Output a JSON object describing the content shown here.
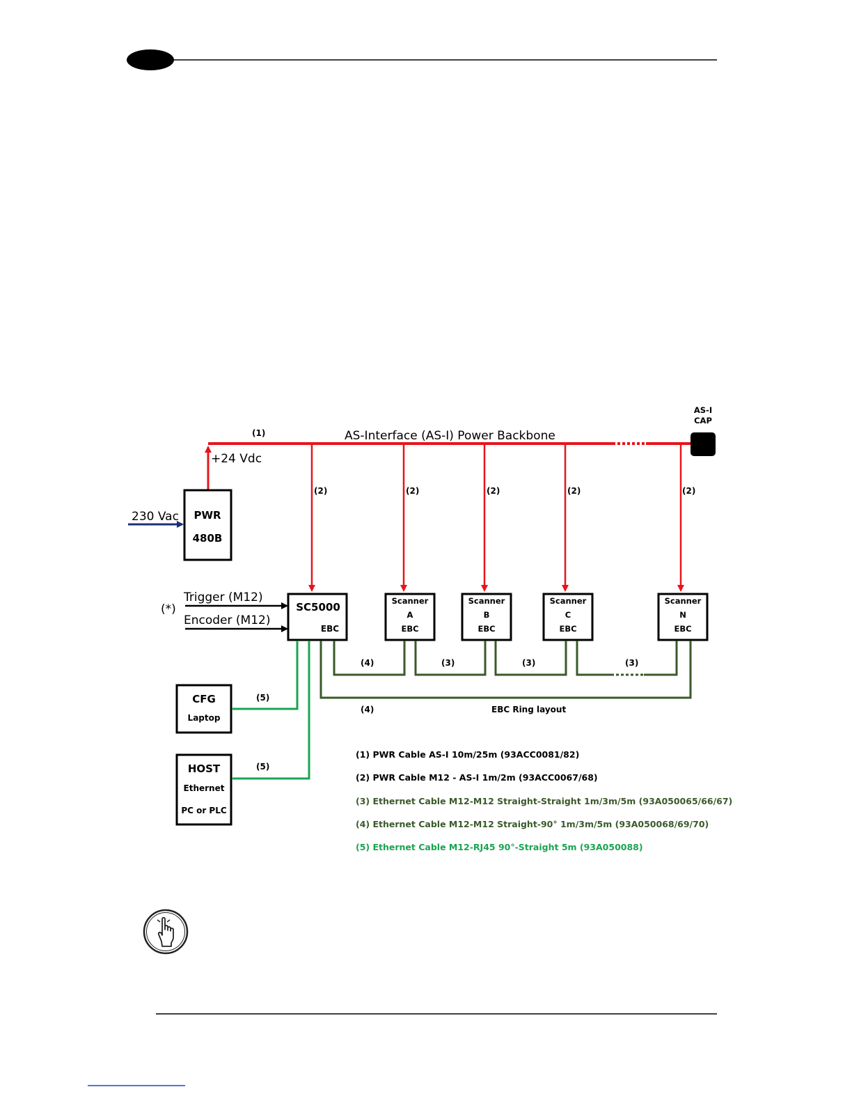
{
  "colors": {
    "power": "#e8141b",
    "ethernet_dark": "#3a5a2a",
    "ethernet_green": "#1aa452",
    "input_blue": "#1c2f7a",
    "black": "#000000"
  },
  "header": {
    "badge_icon": "black-oval-badge"
  },
  "diagram": {
    "backbone_label": "AS-Interface (AS-I) Power Backbone",
    "backbone_cable": "(1)",
    "cap": {
      "line1": "AS-I",
      "line2": "CAP"
    },
    "vdc_label": "+24 Vdc",
    "vac_label": "230 Vac",
    "pwr": {
      "line1": "PWR",
      "line2": "480B"
    },
    "drop_label": "(2)",
    "trigger_label": "Trigger (M12)",
    "encoder_label": "Encoder (M12)",
    "asterisk_label": "(*)",
    "sc5000": {
      "name": "SC5000",
      "sub": "EBC"
    },
    "scanners": [
      {
        "title": "Scanner",
        "id": "A",
        "sub": "EBC"
      },
      {
        "title": "Scanner",
        "id": "B",
        "sub": "EBC"
      },
      {
        "title": "Scanner",
        "id": "C",
        "sub": "EBC"
      },
      {
        "title": "Scanner",
        "id": "N",
        "sub": "EBC"
      }
    ],
    "link_labels": [
      "(4)",
      "(3)",
      "(3)",
      "(3)"
    ],
    "ring_cable": "(4)",
    "ring_label": "EBC Ring layout",
    "cfg": {
      "line1": "CFG",
      "line2": "Laptop",
      "cable": "(5)"
    },
    "host": {
      "line1": "HOST",
      "line2": "Ethernet",
      "line3": "PC or PLC",
      "cable": "(5)"
    },
    "legend": [
      "(1) PWR Cable AS-I 10m/25m (93ACC0081/82)",
      "(2) PWR Cable M12 - AS-I 1m/2m (93ACC0067/68)",
      "(3) Ethernet Cable M12-M12 Straight-Straight 1m/3m/5m (93A050065/66/67)",
      "(4) Ethernet Cable M12-M12 Straight-90° 1m/3m/5m (93A050068/69/70)",
      "(5) Ethernet Cable M12-RJ45 90°-Straight 5m (93A050088)"
    ]
  },
  "note": {
    "icon": "pointing-hand-icon"
  }
}
